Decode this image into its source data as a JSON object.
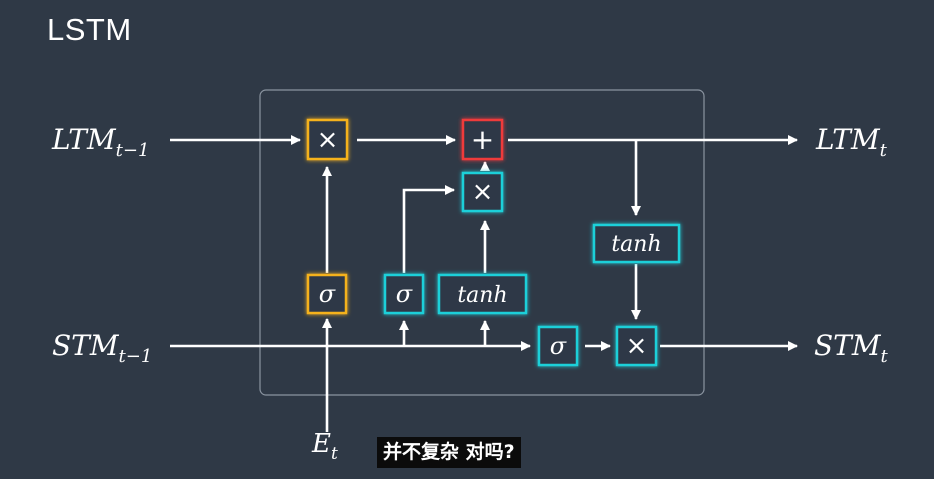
{
  "title": "LSTM",
  "labels": {
    "ltm_in_base": "LTM",
    "ltm_in_sub": "t−1",
    "ltm_out_base": "LTM",
    "ltm_out_sub": "t",
    "stm_in_base": "STM",
    "stm_in_sub": "t−1",
    "stm_out_base": "STM",
    "stm_out_sub": "t",
    "event_base": "E",
    "event_sub": "t"
  },
  "ops": {
    "forget_multiply": "×",
    "add": "+",
    "learn_multiply": "×",
    "forget_sigma": "σ",
    "learn_sigma": "σ",
    "learn_tanh": "tanh",
    "use_tanh": "tanh",
    "use_sigma": "σ",
    "use_multiply": "×"
  },
  "colors": {
    "background": "#2f3946",
    "forget_gate": "#f5b21a",
    "learn_gate": "#1fd0d9",
    "add_node": "#ef3b3b",
    "arrow": "#ffffff",
    "frame": "#8a94a0"
  },
  "subtitle": "并不复杂 对吗?"
}
